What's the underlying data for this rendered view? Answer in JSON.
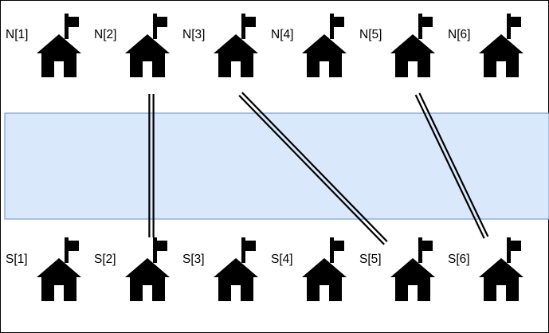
{
  "colors": {
    "background": "#ffffff",
    "river_fill": "#dae8fc",
    "river_border": "#6c8ebf",
    "house": "#000000",
    "bridge": "#000000"
  },
  "north_houses": [
    {
      "label": "N[1]",
      "icon": "school-house-flag-icon"
    },
    {
      "label": "N[2]",
      "icon": "school-house-flag-icon"
    },
    {
      "label": "N[3]",
      "icon": "school-house-flag-icon"
    },
    {
      "label": "N[4]",
      "icon": "school-house-flag-icon"
    },
    {
      "label": "N[5]",
      "icon": "school-house-flag-icon"
    },
    {
      "label": "N[6]",
      "icon": "school-house-flag-icon"
    }
  ],
  "south_houses": [
    {
      "label": "S[1]",
      "icon": "school-house-flag-icon"
    },
    {
      "label": "S[2]",
      "icon": "school-house-flag-icon"
    },
    {
      "label": "S[3]",
      "icon": "school-house-flag-icon"
    },
    {
      "label": "S[4]",
      "icon": "school-house-flag-icon"
    },
    {
      "label": "S[5]",
      "icon": "school-house-flag-icon"
    },
    {
      "label": "S[6]",
      "icon": "school-house-flag-icon"
    }
  ],
  "bridges": [
    {
      "from": "N[2]",
      "to": "S[2]"
    },
    {
      "from": "N[3]",
      "to": "S[5]"
    },
    {
      "from": "N[5]",
      "to": "S[6]"
    }
  ]
}
